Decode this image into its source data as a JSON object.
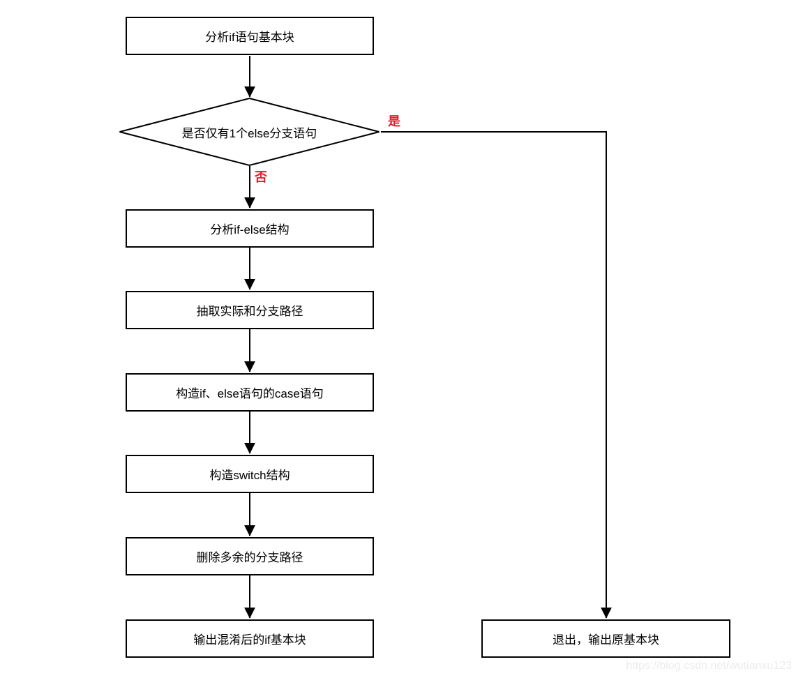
{
  "colors": {
    "line": "#000000",
    "box_border": "#000000",
    "branch_label": "#e8192c",
    "watermark": "#ececec",
    "background": "#ffffff"
  },
  "nodes": {
    "analyze_if": "分析if语句基本块",
    "decision_single_else": "是否仅有1个else分支语句",
    "analyze_if_else": "分析if-else结构",
    "extract_paths": "抽取实际和分支路径",
    "construct_case": "构造if、else语句的case语句",
    "construct_switch": "构造switch结构",
    "delete_redundant": "删除多余的分支路径",
    "output_obfuscated": "输出混淆后的if基本块",
    "exit_original": "退出，输出原基本块"
  },
  "branch_labels": {
    "yes": "是",
    "no": "否"
  },
  "watermark": "https://blog.csdn.net/wutianxu123"
}
